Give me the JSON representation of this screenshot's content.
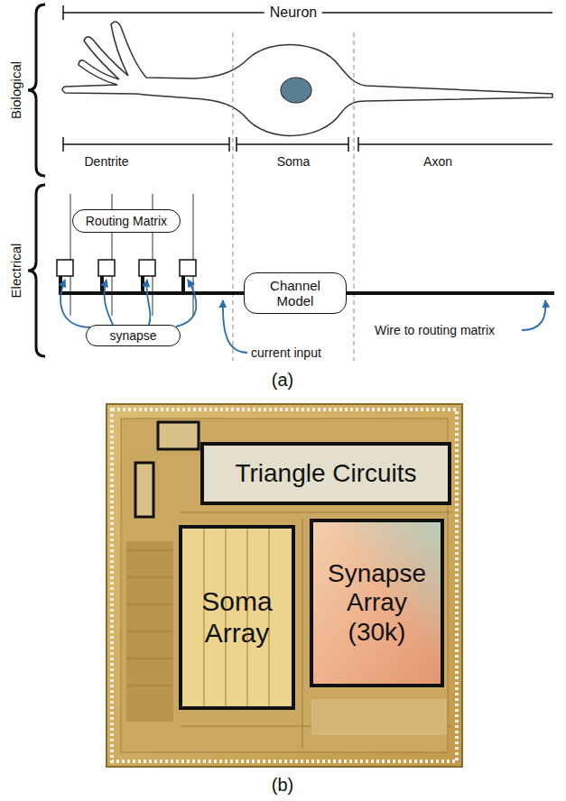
{
  "diagram": {
    "nodes": [
      {
        "text": [
          "Routing Matrix"
        ]
      },
      {
        "text": [
          "Channel Model"
        ]
      },
      {
        "text": [
          "synapse"
        ]
      },
      {
        "text": [
          "Triangle Circuits"
        ]
      },
      {
        "text": [
          "Soma Array"
        ]
      },
      {
        "text": [
          "Synapse Array (30k)"
        ]
      }
    ],
    "labels": [
      "Neuron",
      "Biological",
      "Dentrite",
      "Soma",
      "Axon",
      "Electrical",
      "current input",
      "Wire to routing matrix",
      "(a)",
      "(b)"
    ]
  }
}
